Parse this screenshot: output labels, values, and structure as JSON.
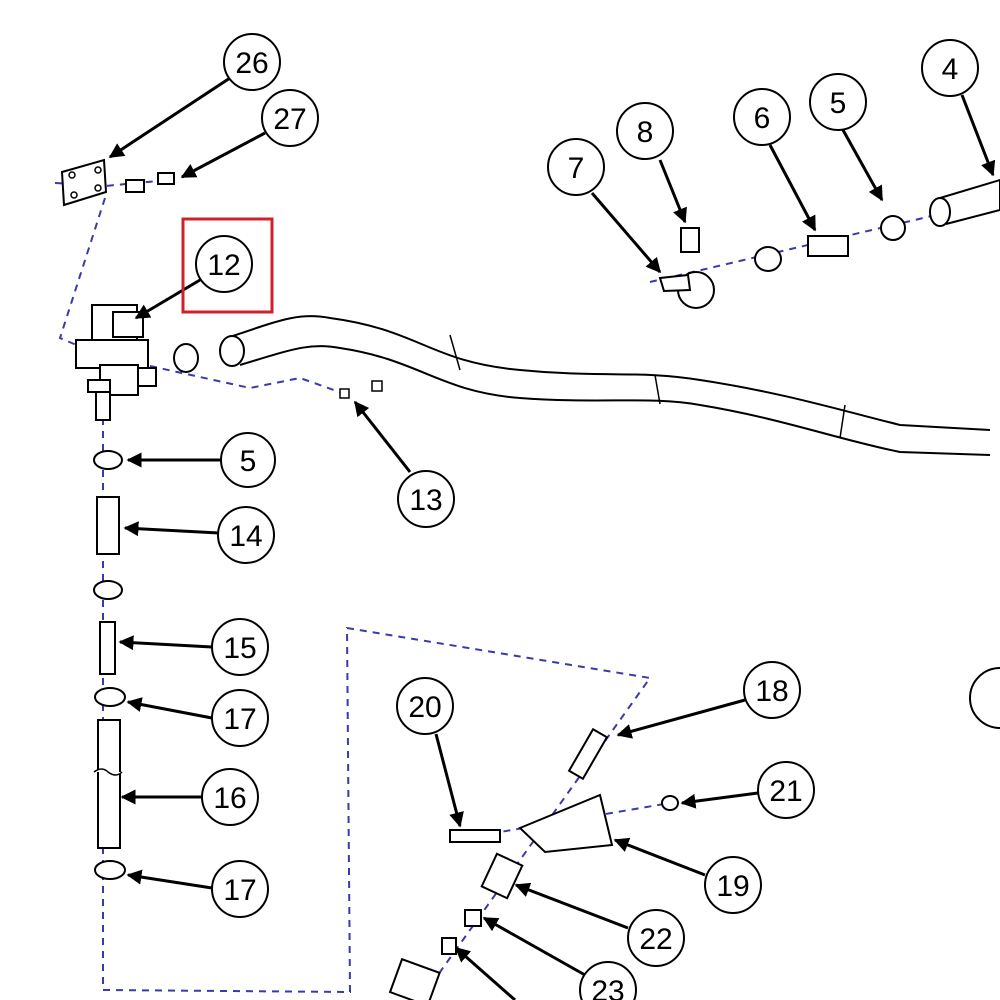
{
  "diagram": {
    "highlight_color": "#d0202a",
    "leader_color": "#000000",
    "assembly_line_color": "#3a3aa8",
    "highlighted_callout": "12",
    "callouts": [
      {
        "id": "c26",
        "label": "26"
      },
      {
        "id": "c27",
        "label": "27"
      },
      {
        "id": "c12",
        "label": "12"
      },
      {
        "id": "c4",
        "label": "4"
      },
      {
        "id": "c5a",
        "label": "5"
      },
      {
        "id": "c6",
        "label": "6"
      },
      {
        "id": "c7",
        "label": "7"
      },
      {
        "id": "c8",
        "label": "8"
      },
      {
        "id": "c5b",
        "label": "5"
      },
      {
        "id": "c13",
        "label": "13"
      },
      {
        "id": "c14",
        "label": "14"
      },
      {
        "id": "c15",
        "label": "15"
      },
      {
        "id": "c17a",
        "label": "17"
      },
      {
        "id": "c16",
        "label": "16"
      },
      {
        "id": "c17b",
        "label": "17"
      },
      {
        "id": "c18",
        "label": "18"
      },
      {
        "id": "c20",
        "label": "20"
      },
      {
        "id": "c21",
        "label": "21"
      },
      {
        "id": "c19",
        "label": "19"
      },
      {
        "id": "c22",
        "label": "22"
      },
      {
        "id": "c23",
        "label": "23"
      }
    ]
  }
}
